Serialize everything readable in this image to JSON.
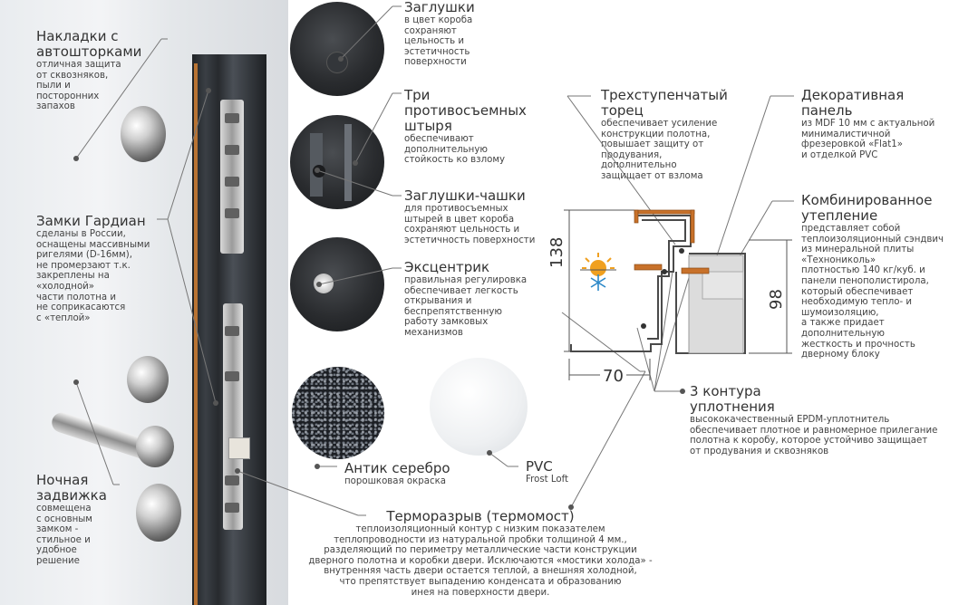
{
  "features": {
    "caps": {
      "title": "Заглушки",
      "desc": [
        "в цвет короба",
        "сохраняют",
        "цельность и",
        "эстетичность",
        "поверхности"
      ]
    },
    "pins": {
      "title": [
        "Три",
        "противосъемных",
        "штыря"
      ],
      "desc": [
        "обеспечивают",
        "дополнительную",
        "стойкость ко взлому"
      ]
    },
    "cups": {
      "title": "Заглушки-чашки",
      "desc": [
        "для противосъемных",
        "штырей в цвет короба",
        "сохраняют цельность и",
        "эстетичность поверхности"
      ]
    },
    "eccentric": {
      "title": "Эксцентрик",
      "desc": [
        "правильная регулировка",
        "обеспечивает легкость",
        "открывания и",
        "беспрепятственную",
        "работу замковых",
        "механизмов"
      ]
    },
    "overlays": {
      "title": [
        "Накладки с",
        "автошторками"
      ],
      "desc": [
        "отличная защита",
        "от сквозняков,",
        "пыли и",
        "посторонних",
        "запахов"
      ]
    },
    "locks": {
      "title": "Замки Гардиан",
      "desc": [
        "сделаны в России,",
        "оснащены массивными",
        "ригелями (D-16мм),",
        "не промерзают т.к.",
        "закреплены на",
        "«холодной»",
        "части полотна и",
        "не соприкасаются",
        "с «теплой»"
      ]
    },
    "night_latch": {
      "title": [
        "Ночная",
        "задвижка"
      ],
      "desc": [
        "совмещена",
        "с основным",
        "замком -",
        "стильное и",
        "удобное",
        "решение"
      ]
    },
    "edge": {
      "title": [
        "Трехступенчатый",
        "торец"
      ],
      "desc": [
        "обеспечивает усиление",
        "конструкции полотна,",
        "повышает защиту от",
        "продувания,",
        "дополнительно",
        "защищает от взлома"
      ]
    },
    "panel": {
      "title": [
        "Декоративная",
        "панель"
      ],
      "desc": [
        "из MDF 10 мм с актуальной",
        "минималистичной",
        "фрезеровкой «Flat1»",
        "и отделкой PVC"
      ]
    },
    "insulation": {
      "title": [
        "Комбинированное",
        "утепление"
      ],
      "desc": [
        "представляет собой",
        "теплоизоляционный сэндвич",
        "из минеральной плиты",
        "«Технониколь»",
        "плотностью 140 кг/куб. и",
        "панели пенополистирола,",
        "который обеспечивает",
        "необходимую тепло- и",
        "шумоизоляцию,",
        "а также придает",
        "дополнительную",
        "жесткость и прочность",
        "дверному блоку"
      ]
    },
    "seals": {
      "title": [
        "3 контура",
        "уплотнения"
      ],
      "desc": [
        "высококачественный EPDM-уплотнитель",
        "обеспечивает плотное и равномерное прилегание",
        "полотна к коробу, которое устойчиво защищает",
        "от продувания и сквозняков"
      ]
    },
    "thermal": {
      "title": "Терморазрыв (термомост)",
      "desc": [
        "теплоизоляционный контур с низким показателем",
        "теплопроводности из натуральной пробки толщиной 4 мм.,",
        "разделяющий по периметру металлические части конструкции",
        "дверного полотна и коробки двери. Исключаются «мостики холода» -",
        "внутренняя часть двери остается теплой, а внешняя холодной,",
        "что препятствует выпадению конденсата и образованию",
        "инея на поверхности двери."
      ]
    }
  },
  "finishes": {
    "antique": {
      "title": "Антик серебро",
      "desc": "порошковая окраска"
    },
    "pvc": {
      "title": "PVC",
      "desc": "Frost Loft"
    }
  },
  "dimensions": {
    "height": "138",
    "width": "70",
    "depth": "98"
  },
  "colors": {
    "accent_copper": "#c8712a",
    "line": "#666666"
  }
}
